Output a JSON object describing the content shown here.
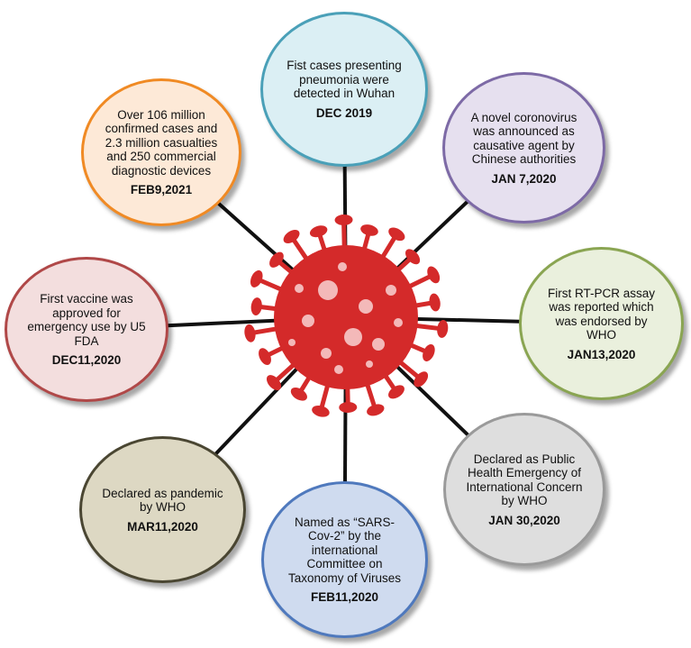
{
  "colors": {
    "spoke": "#111111",
    "virus_body": "#d42a2a",
    "virus_spot": "#f3b9b9"
  },
  "center": {
    "icon": "coronavirus-icon"
  },
  "events": [
    {
      "id": "dec2019",
      "description": "Fist cases presenting pneumonia were detected in Wuhan",
      "date": "DEC 2019",
      "fill": "#dbeff4",
      "stroke": "#4aa0b8"
    },
    {
      "id": "jan7",
      "description": "A novel coronovirus was announced as causative agent by Chinese authorities",
      "date": "JAN 7,2020",
      "fill": "#e6e0ef",
      "stroke": "#7d6aa6"
    },
    {
      "id": "jan13",
      "description": "First RT-PCR assay was reported  which was endorsed by WHO",
      "date": "JAN13,2020",
      "fill": "#eaf0dd",
      "stroke": "#8aa552"
    },
    {
      "id": "jan30",
      "description": "Declared as Public Health Emergency of International Concern by WHO",
      "date": "JAN 30,2020",
      "fill": "#dedede",
      "stroke": "#9a9a9a"
    },
    {
      "id": "feb11",
      "description": "Named as “SARS-Cov-2” by the international Committee on Taxonomy of Viruses",
      "date": "FEB11,2020",
      "fill": "#cfdbef",
      "stroke": "#4f79bd"
    },
    {
      "id": "mar11",
      "description": "Declared as pandemic by WHO",
      "date": "MAR11,2020",
      "fill": "#ddd8c3",
      "stroke": "#4a4632"
    },
    {
      "id": "dec11",
      "description": "First vaccine was approved for emergency use by U5 FDA",
      "date": "DEC11,2020",
      "fill": "#f3dede",
      "stroke": "#b04848"
    },
    {
      "id": "feb9",
      "description": "Over 106 million confirmed cases and 2.3 million casualties and 250 commercial diagnostic devices",
      "date": "FEB9,2021",
      "fill": "#fde9d7",
      "stroke": "#f08a24"
    }
  ]
}
